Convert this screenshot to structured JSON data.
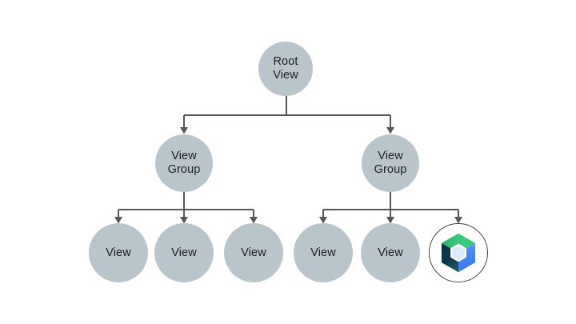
{
  "diagram": {
    "type": "tree",
    "colors": {
      "background": "#ffffff",
      "node_fill": "#bac5cb",
      "connector": "#54585b",
      "text": "#1d1f21",
      "compose_ring": "#3f4347",
      "compose_logo": {
        "green": "#34c77b",
        "blue": "#4285f4",
        "navy": "#0b3242",
        "hole_center": "#d9ebfa",
        "hole_ring": "#fbfdff"
      }
    },
    "nodes": {
      "root": {
        "label": "Root View",
        "line1": "Root",
        "line2": "View"
      },
      "view_group_left": {
        "label": "View Group",
        "line1": "View",
        "line2": "Group"
      },
      "view_group_right": {
        "label": "View Group",
        "line1": "View",
        "line2": "Group"
      },
      "view_1": {
        "label": "View"
      },
      "view_2": {
        "label": "View"
      },
      "view_3": {
        "label": "View"
      },
      "view_4": {
        "label": "View"
      },
      "view_5": {
        "label": "View"
      },
      "compose_leaf": {
        "icon": "jetpack-compose-logo"
      }
    },
    "edges": [
      {
        "from": "root",
        "to": [
          "view_group_left",
          "view_group_right"
        ]
      },
      {
        "from": "view_group_left",
        "to": [
          "view_1",
          "view_2",
          "view_3"
        ]
      },
      {
        "from": "view_group_right",
        "to": [
          "view_4",
          "view_5",
          "compose_leaf"
        ]
      }
    ]
  }
}
